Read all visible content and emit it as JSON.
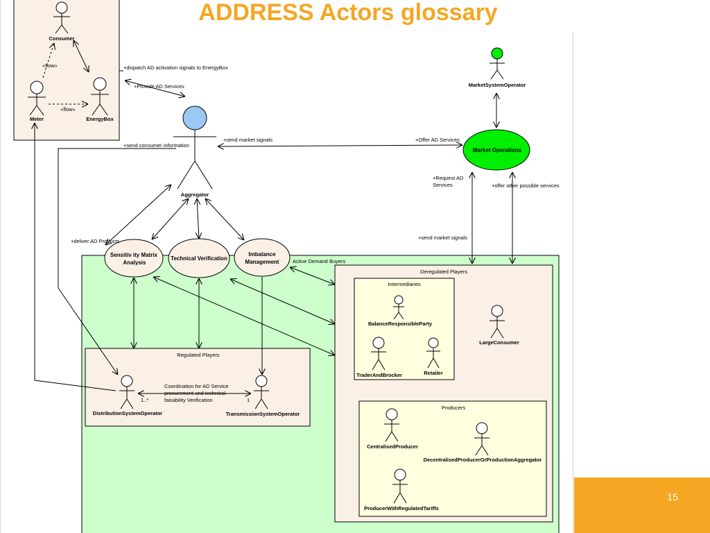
{
  "title": "ADDRESS Actors glossary",
  "page_number": "15",
  "colors": {
    "title": "#F5A623",
    "page_box": "#F5A623",
    "active_demand_buyers_fill": "#CCFFCC",
    "group_fill": "#FAF0E6",
    "intermediaries_fill": "#FFFFE0",
    "aggregator_head": "#9BC8F5",
    "market_operations": "#00EE00",
    "use_case_fill": "#FAF0E6"
  },
  "actors": {
    "consumer": "Consumer",
    "meter": "Meter",
    "energy_box": "EnergyBox",
    "aggregator": "Aggregator",
    "market_system_operator": "MarketSystemOperator",
    "distribution_system_operator": "DistributionSystemOperator",
    "transmission_system_operator": "TransmissionSystemOperator",
    "balance_responsible_party": "BalanceResponsibleParty",
    "trader_and_brocker": "TraderAndBrocker",
    "retailer": "Retailer",
    "large_consumer": "LargeConsumer",
    "centralised_producer": "CentralisedProducer",
    "decentralised_producer": "DecentralisedProducerOrProductionAggregator",
    "producer_with_regulated_tariffs": "ProducerWithRegulatedTariffs"
  },
  "use_cases": {
    "market_operations": "Market Operations",
    "sensitivity_line1": "Sensitiv ity Matrix",
    "sensitivity_line2": "Analysis",
    "technical_verification": "Technical Verification",
    "imbalance_line1": "Imbalance",
    "imbalance_line2": "Management"
  },
  "groups": {
    "active_demand_buyers": "Active Demand Buyers",
    "deregulated_players": "Deregulated Players",
    "intermediaries": "Intermediaries",
    "producers": "Producers",
    "regulated_players": "Regulated Players"
  },
  "connector_labels": {
    "flow_consumer_meter": "«flow»",
    "flow_meter_energybox": "«flow»",
    "dispatch_ad": "+dispatch AD activation signals to EnergyBox",
    "provide_ad": "+Provide AD Services",
    "send_consumer_info": "+send consumer information",
    "send_market_signals_top": "+send market signals",
    "offer_ad_services": "+Offer AD Services",
    "request_ad_line1": "+Request AD",
    "request_ad_line2": "Services",
    "offer_other_services": "+offer other possible services",
    "send_market_signals_mid": "+send market signals",
    "deliver_ad_products": "+deliver AD Products",
    "coordination_line1": "Coordination for AD Service",
    "coordination_line2": "procurement and technical",
    "coordination_line3": "faisability Verification",
    "multiplicity_left": "1..*",
    "multiplicity_right": "1"
  }
}
